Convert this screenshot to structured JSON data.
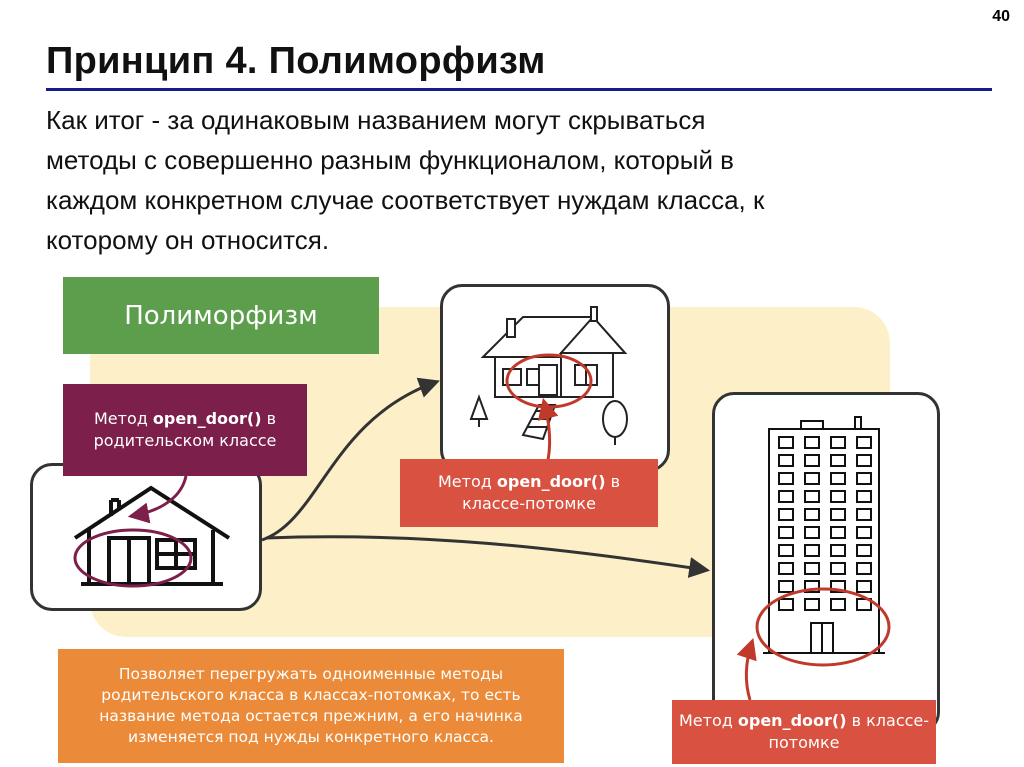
{
  "slide_number": "40",
  "title": "Принцип 4. Полиморфизм",
  "body_lines": [
    "Как итог - за одинаковым названием могут скрываться",
    "методы с совершенно разным функционалом, который в",
    "каждом конкретном случае соответствует нуждам класса, к",
    "которому он относится."
  ],
  "diagram": {
    "heading": "Полиморфизм",
    "parent_label": {
      "pre": "Метод ",
      "method": "open_door()",
      "post": " в родительском классе"
    },
    "child_label_1": {
      "pre": "Метод ",
      "method": "open_door()",
      "post": " в классе-потомке"
    },
    "child_label_2": {
      "pre": "Метод ",
      "method": "open_door()",
      "post": " в классе-потомке"
    },
    "description": "Позволяет перегружать одноименные методы родительского класса в классах-потомках, то есть название метода остается прежним, а его начинка изменяется под нужды конкретного класса.",
    "colors": {
      "title_rule": "#1a1a8c",
      "heading_bg": "#5c9e4c",
      "parent_label_bg": "#7c1f4a",
      "child_label_bg": "#d95140",
      "description_bg": "#eb8a38",
      "panel_bg": "#fdf0c9",
      "highlight_circle": "#c0392b"
    },
    "icons": [
      "house-icon",
      "cottage-icon",
      "apartment-building-icon",
      "arrow-icon"
    ]
  }
}
